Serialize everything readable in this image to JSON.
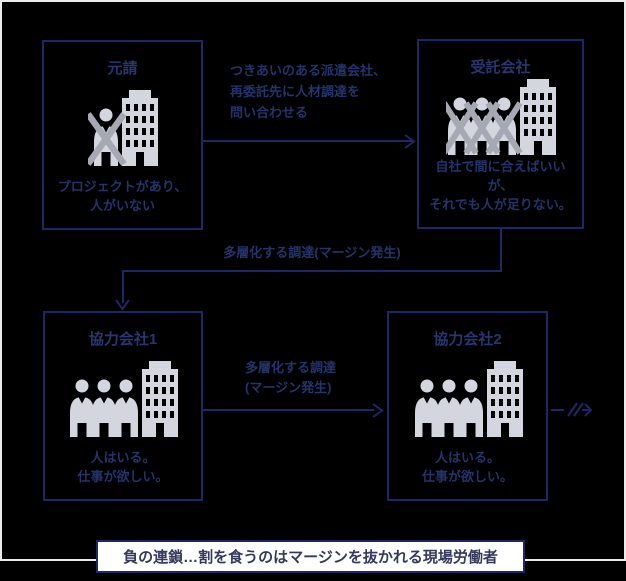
{
  "colors": {
    "background": "#000000",
    "frame": "#ebebeb",
    "navy_line": "#1b2a66",
    "navy_text": "#24346c",
    "icon_gray": "#d3d6df",
    "x_mark_gray": "#a6a9b3",
    "banner_background": "#ffffff",
    "banner_text": "#333a5c"
  },
  "boxes": [
    {
      "title": "元請",
      "caption": "プロジェクトがあり、\n人がいない",
      "icon": "person-crossed-and-building"
    },
    {
      "title": "受託会社",
      "caption": "自社で間に合えばいいが、\nそれでも人が足りない。",
      "icon": "three-people-crossed-and-building"
    },
    {
      "title": "協力会社1",
      "caption": "人はいる。\n仕事が欲しい。",
      "icon": "three-people-and-building"
    },
    {
      "title": "協力会社2",
      "caption": "人はいる。\n仕事が欲しい。",
      "icon": "three-people-and-building"
    }
  ],
  "arrows": {
    "top_label": "つきあいのある派遣会社、\n再委託先に人材調達を\n問い合わせる",
    "middle_label": "多層化する調達(マージン発生)",
    "bottom_label": "多層化する調達\n(マージン発生)",
    "continuation": "break-arrow (chain continues)"
  },
  "banner": {
    "text": "負の連鎖…割を食うのはマージンを抜かれる現場労働者"
  }
}
